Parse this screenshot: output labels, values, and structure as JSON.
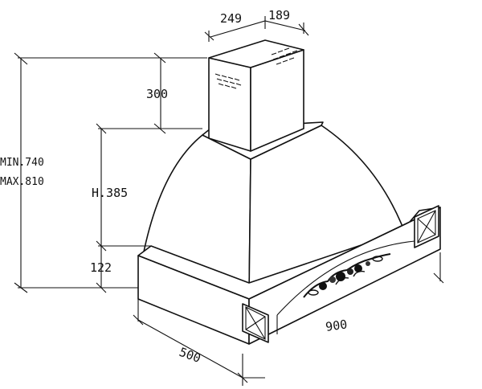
{
  "dimensions": {
    "duct_width": "249",
    "duct_depth": "189",
    "duct_height": "300",
    "min_height": "MIN.740",
    "max_height": "MAX.810",
    "hood_height": "H.385",
    "base_height": "122",
    "width": "900",
    "depth": "500"
  },
  "colors": {
    "line": "#111111",
    "background": "#ffffff"
  },
  "icons": [
    "vent-slots-icon",
    "cross-panel-icon",
    "floral-ornament-icon"
  ]
}
